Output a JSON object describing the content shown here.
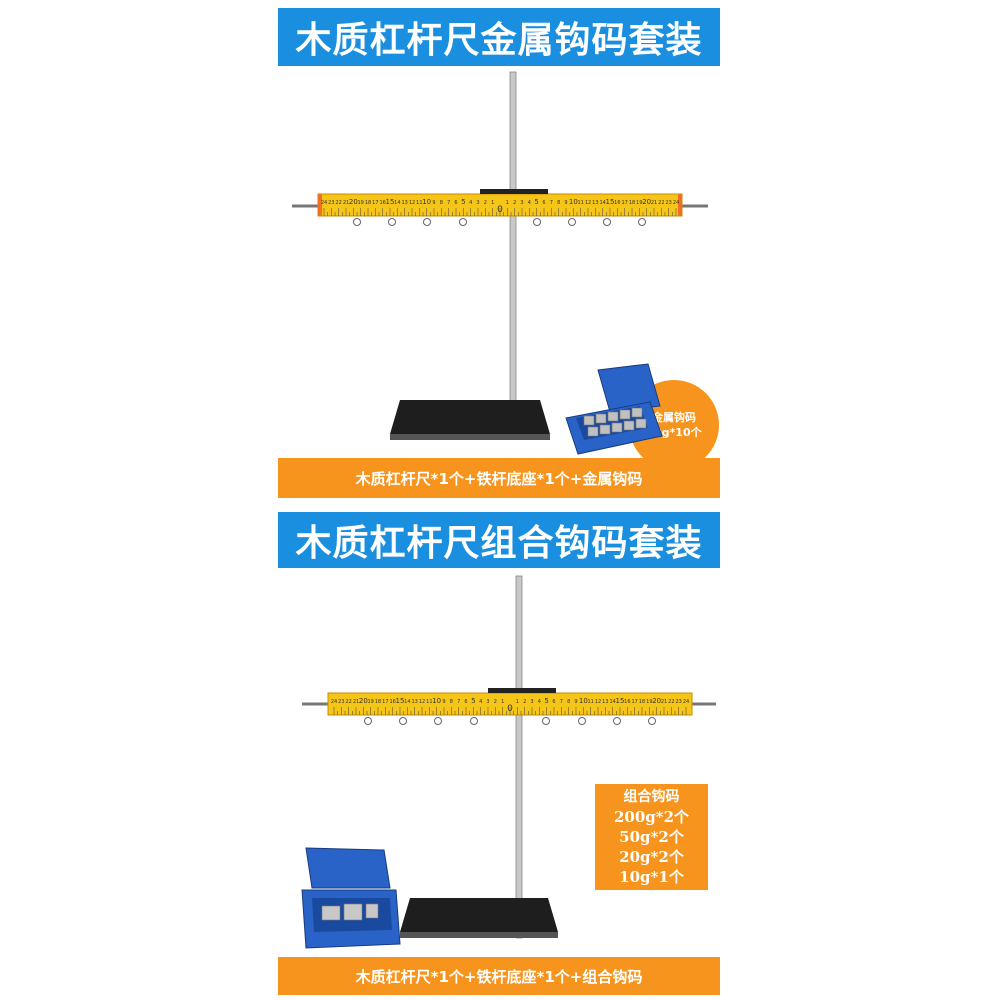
{
  "section1": {
    "title": "木质杠杆尺金属钩码套装",
    "caption": "木质杠杆尺*1个+铁杆底座*1个+金属钩码",
    "badge": {
      "line1": "金属钩码",
      "line2": "50g*10个"
    },
    "ruler_left_ticks": [
      "24",
      "23",
      "22",
      "21",
      "20",
      "19",
      "18",
      "17",
      "16",
      "15",
      "14",
      "13",
      "12",
      "11",
      "10",
      "9",
      "8",
      "7",
      "6",
      "5",
      "4",
      "3",
      "2",
      "1"
    ],
    "ruler_right_ticks": [
      "1",
      "2",
      "3",
      "4",
      "5",
      "6",
      "7",
      "8",
      "9",
      "10",
      "11",
      "12",
      "13",
      "14",
      "15",
      "16",
      "17",
      "18",
      "19",
      "20",
      "21",
      "22",
      "23",
      "24"
    ],
    "ruler_center": "0"
  },
  "section2": {
    "title": "木质杠杆尺组合钩码套装",
    "caption": "木质杠杆尺*1个+铁杆底座*1个+组合钩码",
    "badge": {
      "heading": "组合钩码",
      "lines": [
        "200g*2个",
        "50g*2个",
        "20g*2个",
        "10g*1个"
      ]
    },
    "ruler_left_ticks": [
      "24",
      "23",
      "22",
      "21",
      "20",
      "19",
      "18",
      "17",
      "16",
      "15",
      "14",
      "13",
      "12",
      "11",
      "10",
      "9",
      "8",
      "7",
      "6",
      "5",
      "4",
      "3",
      "2",
      "1"
    ],
    "ruler_right_ticks": [
      "1",
      "2",
      "3",
      "4",
      "5",
      "6",
      "7",
      "8",
      "9",
      "10",
      "11",
      "12",
      "13",
      "14",
      "15",
      "16",
      "17",
      "18",
      "19",
      "20",
      "21",
      "22",
      "23",
      "24"
    ],
    "ruler_center": "0"
  },
  "colors": {
    "banner_blue": "#1a8fe0",
    "accent_orange": "#f7941d",
    "ruler_yellow": "#f5c518",
    "case_blue": "#2a63c8"
  }
}
